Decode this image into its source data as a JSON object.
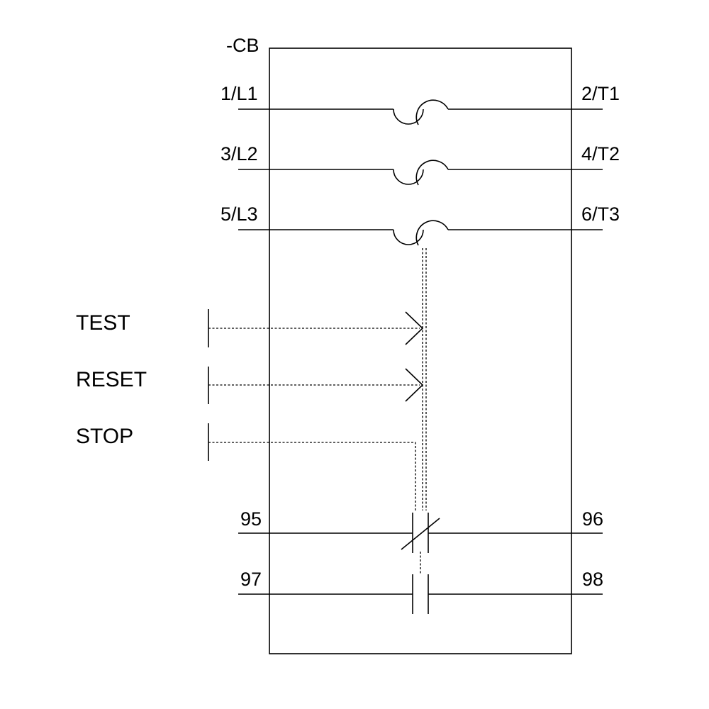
{
  "device": {
    "designation": "-CB"
  },
  "main_terminals": [
    {
      "line": "1/L1",
      "load": "2/T1"
    },
    {
      "line": "3/L2",
      "load": "4/T2"
    },
    {
      "line": "5/L3",
      "load": "6/T3"
    }
  ],
  "controls": {
    "test": "TEST",
    "reset": "RESET",
    "stop": "STOP"
  },
  "aux_contacts": [
    {
      "left": "95",
      "right": "96",
      "kind": "normally-closed"
    },
    {
      "left": "97",
      "right": "98",
      "kind": "normally-open"
    }
  ]
}
